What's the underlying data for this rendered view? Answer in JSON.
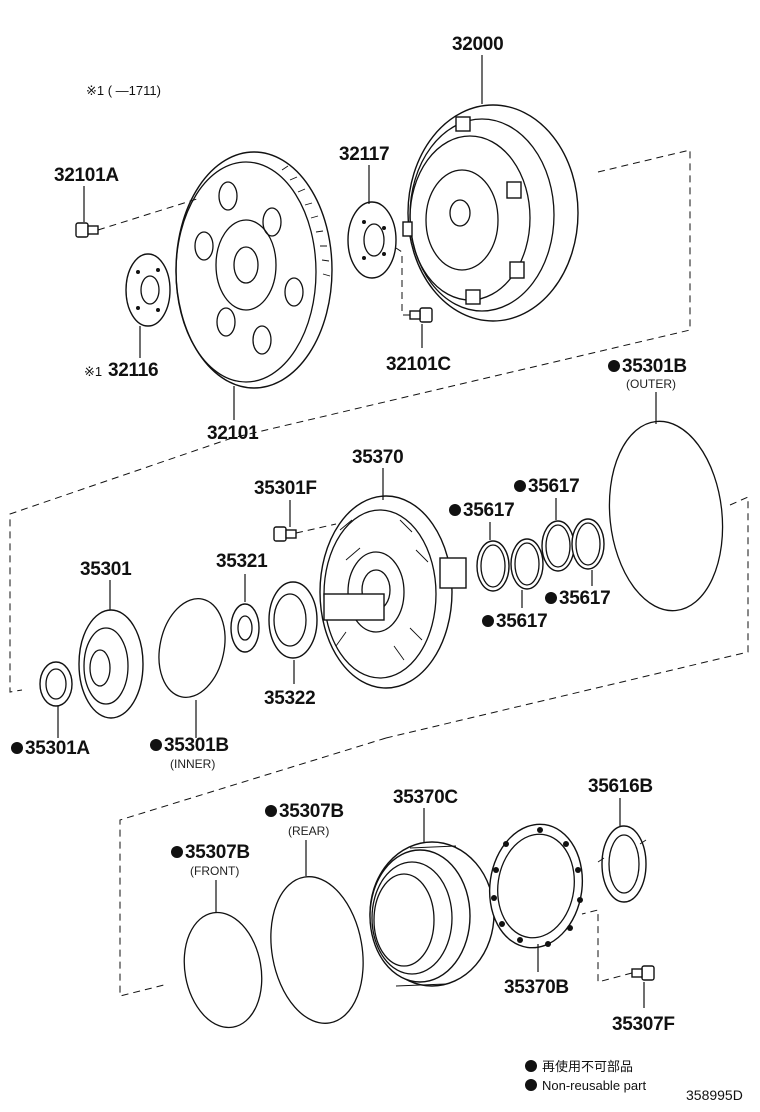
{
  "header_note": "※1 ( —1711)",
  "parts": {
    "p32000": "32000",
    "p32117": "32117",
    "p32101A": "32101A",
    "p32116": "32116",
    "p32101": "32101",
    "p32101C": "32101C",
    "p35301B_outer": "35301B",
    "p35370": "35370",
    "p35301F": "35301F",
    "p35617_a": "35617",
    "p35617_b": "35617",
    "p35617_c": "35617",
    "p35617_d": "35617",
    "p35301": "35301",
    "p35321": "35321",
    "p35322": "35322",
    "p35301A": "35301A",
    "p35301B_inner": "35301B",
    "p35307B_rear": "35307B",
    "p35370C": "35370C",
    "p35616B": "35616B",
    "p35307B_front": "35307B",
    "p35370B": "35370B",
    "p35307F": "35307F"
  },
  "sublabels": {
    "outer": "(OUTER)",
    "inner": "(INNER)",
    "rear": "(REAR)",
    "front": "(FRONT)"
  },
  "marks": {
    "note_mark": "※1"
  },
  "legend": {
    "jp": "再使用不可部品",
    "en": "Non-reusable part"
  },
  "diagram_code": "358995D"
}
